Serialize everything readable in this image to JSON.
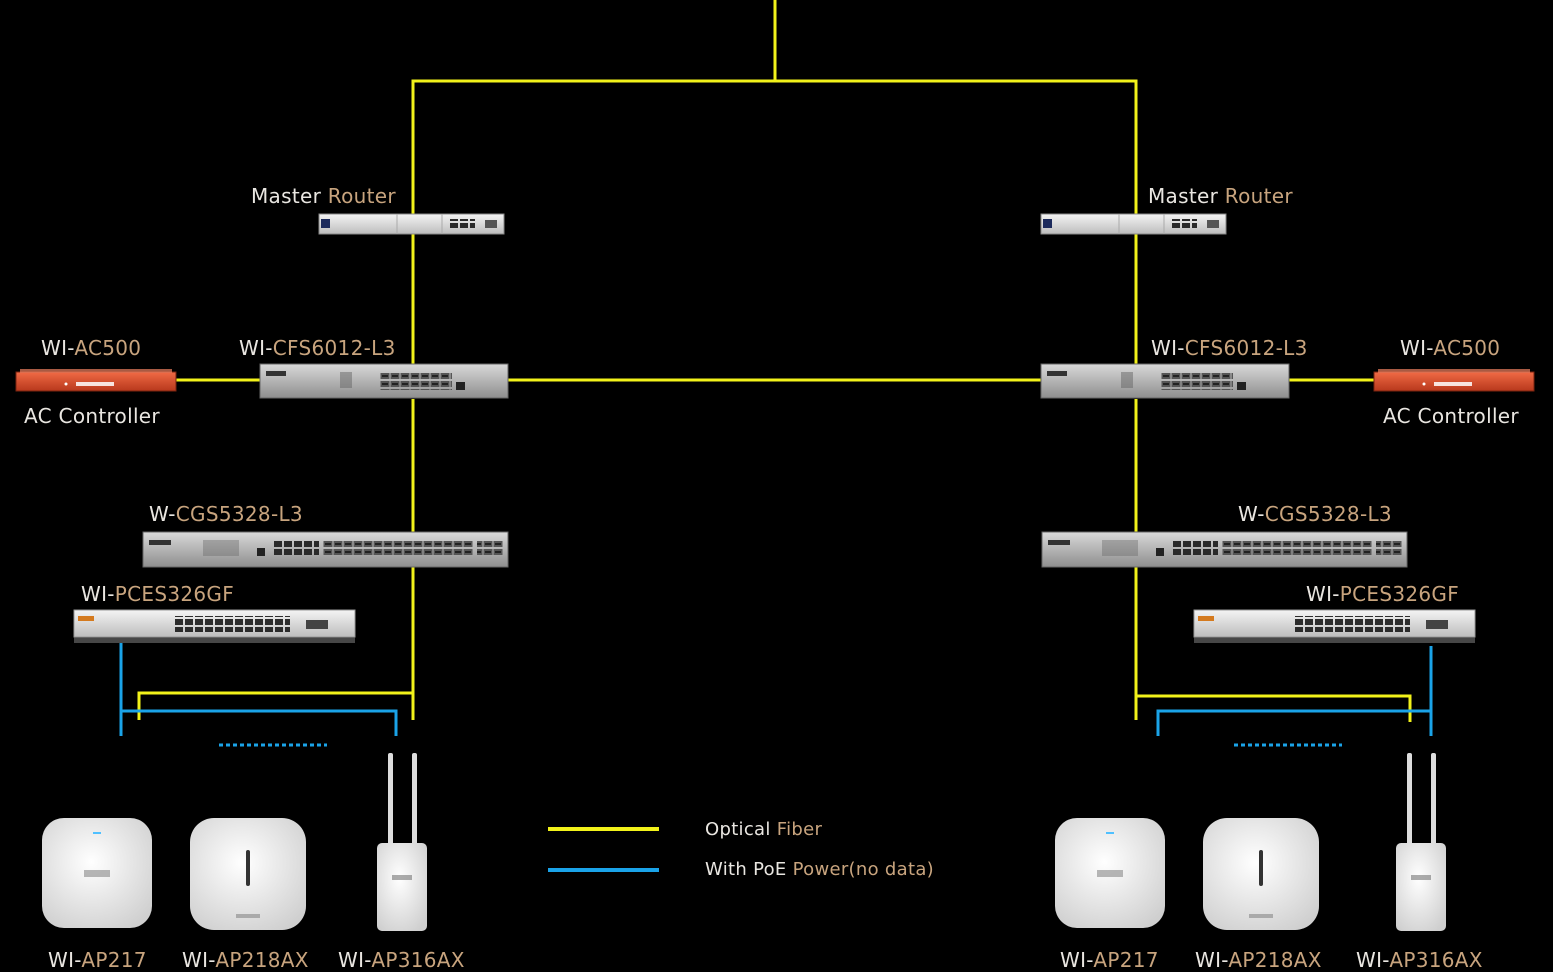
{
  "colors": {
    "background": "#000000",
    "optical_fiber": "#f2f21a",
    "poe": "#1aa3e8",
    "label_light": "#e9e6e1",
    "label_tan": "#c8a47e",
    "controller": "#e2512b"
  },
  "left": {
    "router": {
      "label_a": "Master",
      "label_b": "Router"
    },
    "core_switch": {
      "label_a": "WI-",
      "label_b": "CFS6012-L3"
    },
    "ac": {
      "label_a": "WI-",
      "label_b": "AC500",
      "caption": "AC Controller"
    },
    "agg_switch": {
      "label_a": "W-",
      "label_b": "CGS5328-L3"
    },
    "poe_switch": {
      "label_a": "WI-",
      "label_b": "PCES326GF"
    },
    "aps": [
      {
        "label_a": "WI-",
        "label_b": "AP217",
        "icon": "ceiling-ap-icon"
      },
      {
        "label_a": "WI-",
        "label_b": "AP218AX",
        "icon": "ceiling-ap-icon"
      },
      {
        "label_a": "WI-",
        "label_b": "AP316AX",
        "icon": "outdoor-ap-icon"
      }
    ]
  },
  "right": {
    "router": {
      "label_a": "Master",
      "label_b": "Router"
    },
    "core_switch": {
      "label_a": "WI-",
      "label_b": "CFS6012-L3"
    },
    "ac": {
      "label_a": "WI-",
      "label_b": "AC500",
      "caption": "AC Controller"
    },
    "agg_switch": {
      "label_a": "W-",
      "label_b": "CGS5328-L3"
    },
    "poe_switch": {
      "label_a": "WI-",
      "label_b": "PCES326GF"
    },
    "aps": [
      {
        "label_a": "WI-",
        "label_b": "AP217",
        "icon": "ceiling-ap-icon"
      },
      {
        "label_a": "WI-",
        "label_b": "AP218AX",
        "icon": "ceiling-ap-icon"
      },
      {
        "label_a": "WI-",
        "label_b": "AP316AX",
        "icon": "outdoor-ap-icon"
      }
    ]
  },
  "legend": {
    "fiber": {
      "label_a": "Optical",
      "label_b": "Fiber"
    },
    "poe": {
      "label_a": "With PoE",
      "label_b": "Power(no data)"
    }
  }
}
